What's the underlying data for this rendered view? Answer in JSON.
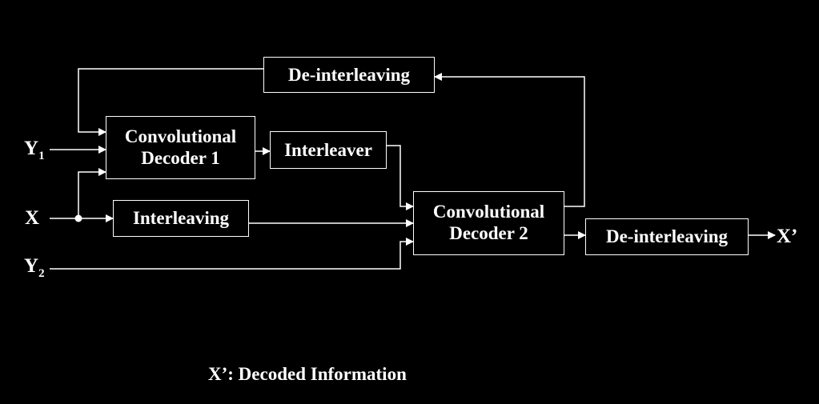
{
  "blocks": {
    "deinterleaving_feedback": "De-interleaving",
    "decoder1": [
      "Convolutional",
      "Decoder 1"
    ],
    "interleaver": "Interleaver",
    "interleaving": "Interleaving",
    "decoder2": [
      "Convolutional",
      "Decoder 2"
    ],
    "deinterleaving_output": "De-interleaving"
  },
  "signals": {
    "y1": {
      "base": "Y",
      "sub": "1"
    },
    "x": "X",
    "y2": {
      "base": "Y",
      "sub": "2"
    },
    "x_out": "X’"
  },
  "caption": "X’:  Decoded Information",
  "colors": {
    "background": "#000000",
    "foreground": "#ffffff"
  }
}
